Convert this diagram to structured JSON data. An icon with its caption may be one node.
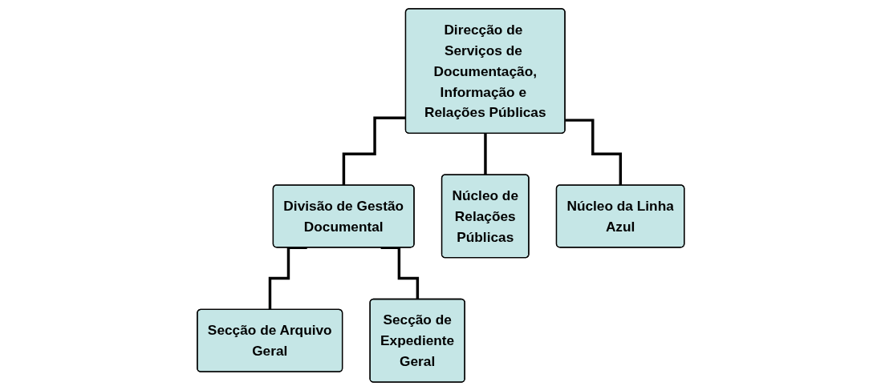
{
  "diagram": {
    "nodes": [
      {
        "text": [
          "Direcção de Serviços de Documentação, Informação e Relações Públicas"
        ]
      },
      {
        "text": [
          "Divisão de Gestão Documental"
        ]
      },
      {
        "text": [
          "Núcleo de Relações Públicas"
        ]
      },
      {
        "text": [
          "Núcleo da Linha Azul"
        ]
      },
      {
        "text": [
          "Secção de Arquivo Geral"
        ]
      },
      {
        "text": [
          "Secção de Expediente Geral"
        ]
      }
    ],
    "edges": [
      {
        "from": 0,
        "to": 1,
        "arrow": "none"
      },
      {
        "from": 0,
        "to": 2,
        "arrow": "none"
      },
      {
        "from": 0,
        "to": 3,
        "arrow": "none"
      },
      {
        "from": 1,
        "to": 4,
        "arrow": "none"
      },
      {
        "from": 1,
        "to": 5,
        "arrow": "none"
      }
    ]
  }
}
